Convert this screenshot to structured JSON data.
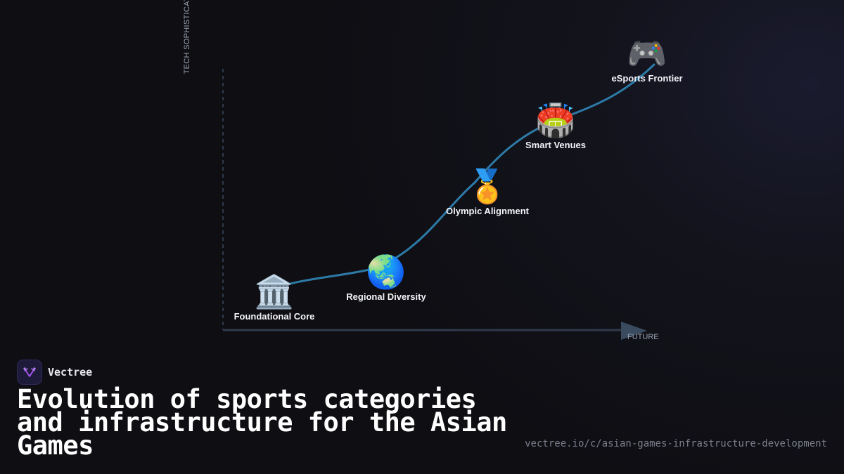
{
  "axes": {
    "y_label": "TECH SOPHISTICATION",
    "x_label": "FUTURE"
  },
  "nodes": [
    {
      "label": "Foundational Core",
      "icon": "🏛️",
      "icon_name": "classical-building-icon"
    },
    {
      "label": "Regional Diversity",
      "icon": "🌏",
      "icon_name": "globe-asia-icon"
    },
    {
      "label": "Olympic Alignment",
      "icon": "🏅",
      "icon_name": "medal-icon"
    },
    {
      "label": "Smart Venues",
      "icon": "🏟️",
      "icon_name": "stadium-icon"
    },
    {
      "label": "eSports Frontier",
      "icon": "🎮",
      "icon_name": "game-controller-icon"
    }
  ],
  "brand": {
    "name": "Vectree"
  },
  "title": "Evolution of sports categories and infrastructure for the Asian Games",
  "url": "vectree.io/c/asian-games-infrastructure-development",
  "colors": {
    "curve": "#2d7aa6",
    "axis": "#2f3a4c",
    "background": "#0e0e13",
    "brand_accent": "#a855f7"
  }
}
